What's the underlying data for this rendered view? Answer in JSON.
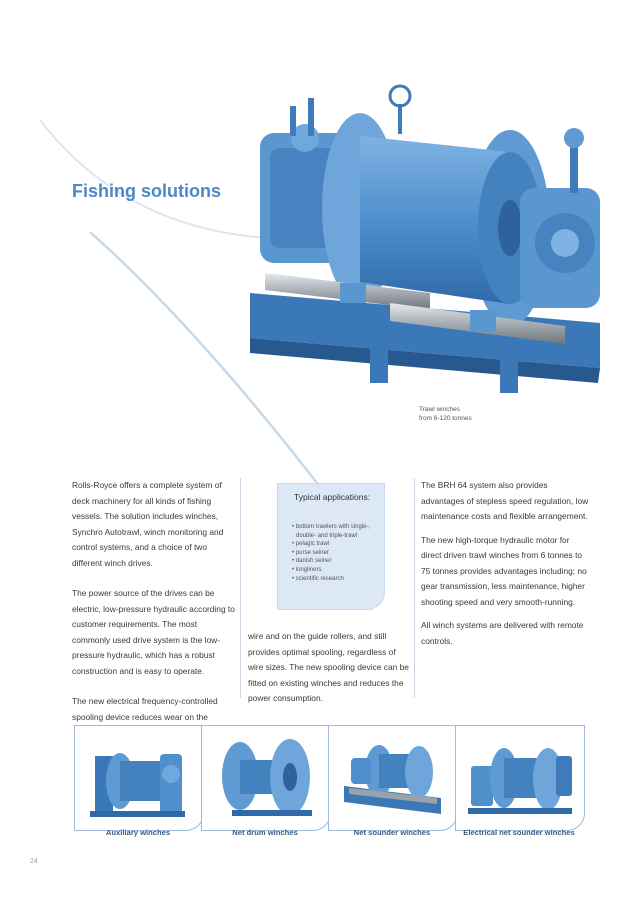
{
  "page": {
    "title": "Fishing solutions",
    "page_number": "24"
  },
  "hero": {
    "caption_line1": "Trawl winches",
    "caption_line2": "from 6-120 tonnes"
  },
  "column1": {
    "p1": "Rolls-Royce offers a complete system of deck machinery for all kinds of fishing vessels. The solution includes winches, Synchro Autotrawl, winch monitoring and control systems, and a choice of two different winch drives.",
    "p2": "The power source of the drives can be electric, low-pressure hydraulic according to customer requirements. The most commonly used drive system is the low-pressure hydraulic, which has a robust construction and is easy to operate.",
    "p3": "The new electrical frequency-controlled spooling device reduces wear on the"
  },
  "column2": {
    "p1": "wire and on the guide rollers, and still provides optimal spooling, regardless of wire sizes. The new spooling device can be fitted on existing winches and reduces the power consumption."
  },
  "column3": {
    "p1": "The BRH 64 system also provides advantages of stepless speed regulation, low maintenance costs and flexible arrangement.",
    "p2": "The new high-torque hydraulic motor for direct driven trawl winches from 6 tonnes to 75 tonnes provides advantages including; no gear transmission, less maintenance, higher shooting speed and very smooth-running.",
    "p3": "All winch systems are delivered with remote controls."
  },
  "applications": {
    "title": "Typical applications:",
    "items": [
      "bottom trawlers with single-, double- and triple-trawl",
      "pelagic trawl",
      "purse seiner",
      "danish seiner",
      "longliners",
      "scientific research"
    ]
  },
  "thumbnails": [
    {
      "label": "Auxiliary winches",
      "icon": "auxiliary-winch-icon"
    },
    {
      "label": "Net drum winches",
      "icon": "net-drum-winch-icon"
    },
    {
      "label": "Net sounder winches",
      "icon": "net-sounder-winch-icon"
    },
    {
      "label": "Electrical net sounder winches",
      "icon": "electrical-net-sounder-winch-icon"
    }
  ],
  "colors": {
    "accent": "#4d87c6",
    "machine_blue": "#5b9bd5",
    "machine_dark": "#2f6aa8",
    "box_fill": "#dce8f5"
  }
}
